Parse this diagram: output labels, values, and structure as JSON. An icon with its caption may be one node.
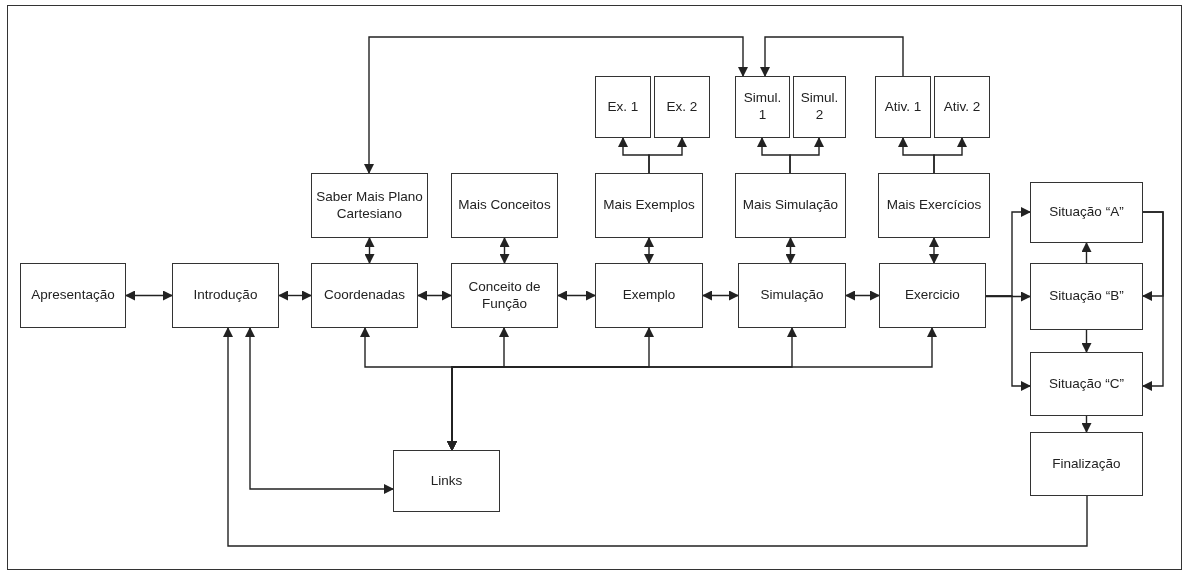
{
  "diagram": {
    "nodes": [
      {
        "text": [
          "Apresentação"
        ]
      },
      {
        "text": [
          "Introdução"
        ]
      },
      {
        "text": [
          "Coordenadas"
        ]
      },
      {
        "text": [
          "Conceito de Função"
        ]
      },
      {
        "text": [
          "Exemplo"
        ]
      },
      {
        "text": [
          "Simulação"
        ]
      },
      {
        "text": [
          "Exercicio"
        ]
      },
      {
        "text": [
          "Saber Mais Plano Cartesiano"
        ]
      },
      {
        "text": [
          "Mais Conceitos"
        ]
      },
      {
        "text": [
          "Mais Exemplos"
        ]
      },
      {
        "text": [
          "Mais Simulação"
        ]
      },
      {
        "text": [
          "Mais Exercícios"
        ]
      },
      {
        "text": [
          "Ex. 1"
        ]
      },
      {
        "text": [
          "Ex. 2"
        ]
      },
      {
        "text": [
          "Simul. 1"
        ]
      },
      {
        "text": [
          "Simul. 2"
        ]
      },
      {
        "text": [
          "Ativ. 1"
        ]
      },
      {
        "text": [
          "Ativ. 2"
        ]
      },
      {
        "text": [
          "Situação “A”"
        ]
      },
      {
        "text": [
          "Situação “B”"
        ]
      },
      {
        "text": [
          "Situação “C”"
        ]
      },
      {
        "text": [
          "Finalização"
        ]
      },
      {
        "text": [
          "Links"
        ]
      }
    ],
    "edges": [
      {
        "from": 0,
        "to": 1,
        "arrow": "both"
      },
      {
        "from": 1,
        "to": 2,
        "arrow": "both"
      },
      {
        "from": 2,
        "to": 3,
        "arrow": "both"
      },
      {
        "from": 3,
        "to": 4,
        "arrow": "both"
      },
      {
        "from": 4,
        "to": 5,
        "arrow": "both"
      },
      {
        "from": 5,
        "to": 6,
        "arrow": "both"
      },
      {
        "from": 2,
        "to": 7,
        "arrow": "both"
      },
      {
        "from": 3,
        "to": 8,
        "arrow": "both"
      },
      {
        "from": 4,
        "to": 9,
        "arrow": "both"
      },
      {
        "from": 5,
        "to": 10,
        "arrow": "both"
      },
      {
        "from": 6,
        "to": 11,
        "arrow": "both"
      },
      {
        "from": 9,
        "to": 12,
        "arrow": "to"
      },
      {
        "from": 9,
        "to": 13,
        "arrow": "to"
      },
      {
        "from": 10,
        "to": 14,
        "arrow": "to"
      },
      {
        "from": 10,
        "to": 15,
        "arrow": "to"
      },
      {
        "from": 11,
        "to": 16,
        "arrow": "to"
      },
      {
        "from": 11,
        "to": 17,
        "arrow": "to"
      },
      {
        "from": 7,
        "to": 14,
        "arrow": "both"
      },
      {
        "from": 16,
        "to": 14,
        "arrow": "to"
      },
      {
        "from": 6,
        "to": 18,
        "arrow": "to"
      },
      {
        "from": 6,
        "to": 19,
        "arrow": "to"
      },
      {
        "from": 6,
        "to": 20,
        "arrow": "to"
      },
      {
        "from": 19,
        "to": 18,
        "arrow": "to"
      },
      {
        "from": 19,
        "to": 20,
        "arrow": "to"
      },
      {
        "from": 18,
        "to": 19,
        "arrow": "to"
      },
      {
        "from": 18,
        "to": 20,
        "arrow": "to"
      },
      {
        "from": 20,
        "to": 21,
        "arrow": "to"
      },
      {
        "from": 21,
        "to": 1,
        "arrow": "to"
      },
      {
        "from": 1,
        "to": 22,
        "arrow": "both"
      },
      {
        "from": 2,
        "to": 22,
        "arrow": "both"
      },
      {
        "from": 3,
        "to": 22,
        "arrow": "both"
      },
      {
        "from": 4,
        "to": 22,
        "arrow": "both"
      },
      {
        "from": 5,
        "to": 22,
        "arrow": "both"
      },
      {
        "from": 6,
        "to": 22,
        "arrow": "both"
      }
    ]
  }
}
